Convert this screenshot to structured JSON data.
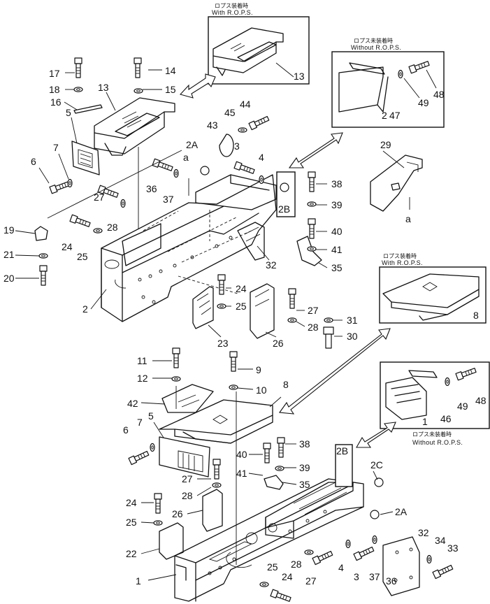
{
  "notes": {
    "with_rops_jp": "ロプス装着時",
    "with_rops_en": "With  R.O.P.S.",
    "without_rops_jp": "ロプス未装着時",
    "without_rops_en": "Without  R.O.P.S."
  },
  "view_markers": {
    "a": "a",
    "ref_2a": "2A",
    "ref_2b": "2B",
    "ref_2c": "2C"
  },
  "callouts": {
    "c1": "1",
    "c2": "2",
    "c3": "3",
    "c4": "4",
    "c5": "5",
    "c6": "6",
    "c7": "7",
    "c8": "8",
    "c9": "9",
    "c10": "10",
    "c11": "11",
    "c12": "12",
    "c13": "13",
    "c14": "14",
    "c15": "15",
    "c16": "16",
    "c17": "17",
    "c18": "18",
    "c19": "19",
    "c20": "20",
    "c21": "21",
    "c22": "22",
    "c23": "23",
    "c24": "24",
    "c25": "25",
    "c26": "26",
    "c27": "27",
    "c28": "28",
    "c29": "29",
    "c30": "30",
    "c31": "31",
    "c32": "32",
    "c33": "33",
    "c34": "34",
    "c35": "35",
    "c36": "36",
    "c37": "37",
    "c38": "38",
    "c39": "39",
    "c40": "40",
    "c41": "41",
    "c42": "42",
    "c43": "43",
    "c44": "44",
    "c45": "45",
    "c46": "46",
    "c47": "47",
    "c48": "48",
    "c49": "49"
  }
}
